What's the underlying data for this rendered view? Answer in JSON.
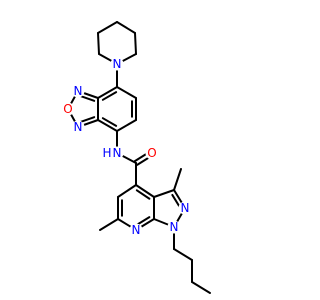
{
  "molecule": {
    "colors": {
      "bond": "#000000",
      "nitrogen": "#0000ff",
      "oxygen": "#ff0000",
      "background": "#ffffff"
    },
    "atom_labels": {
      "piperidine_n": "N",
      "oxadiazole_n_left": "N",
      "oxadiazole_o": "O",
      "oxadiazole_n_lower": "N",
      "amide_nh": "N",
      "amide_h": "H",
      "carbonyl_o": "O",
      "pyrazole_n2": "N",
      "pyrazole_n1": "N",
      "pyridine_n": "N"
    }
  }
}
